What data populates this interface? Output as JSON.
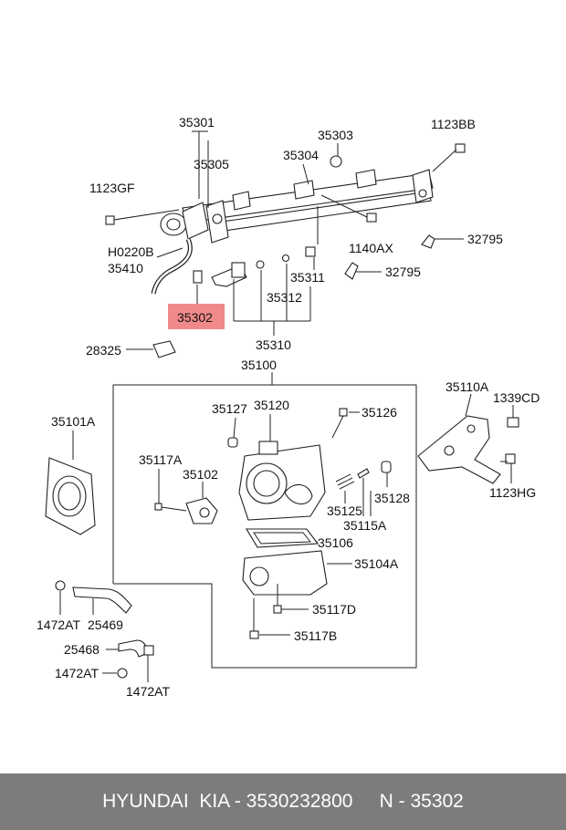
{
  "labels": {
    "p35301": "35301",
    "p35305": "35305",
    "p35303": "35303",
    "p1123BB": "1123BB",
    "p35304": "35304",
    "p1123GF": "1123GF",
    "pH0220B": "H0220B",
    "p35410": "35410",
    "p1140AX": "1140AX",
    "p32795a": "32795",
    "p32795b": "32795",
    "p35311": "35311",
    "p35312": "35312",
    "p35302": "35302",
    "p35310": "35310",
    "p28325": "28325",
    "p35100": "35100",
    "p35110A": "35110A",
    "p1339CD": "1339CD",
    "p35101A": "35101A",
    "p35127": "35127",
    "p35120": "35120",
    "p35126": "35126",
    "p35117A": "35117A",
    "p35102": "35102",
    "p35125": "35125",
    "p35128": "35128",
    "p35115A": "35115A",
    "p1123HG": "1123HG",
    "p35106": "35106",
    "p35104A": "35104A",
    "p35117D": "35117D",
    "p35117B": "35117B",
    "p1472AT_a": "1472AT",
    "p25469": "25469",
    "p25468": "25468",
    "p1472AT_b": "1472AT",
    "p1472AT_c": "1472AT"
  },
  "highlight_color": "#f08a8a",
  "footer_text": "HYUNDAI  KIA - 3530232800     N - 35302"
}
